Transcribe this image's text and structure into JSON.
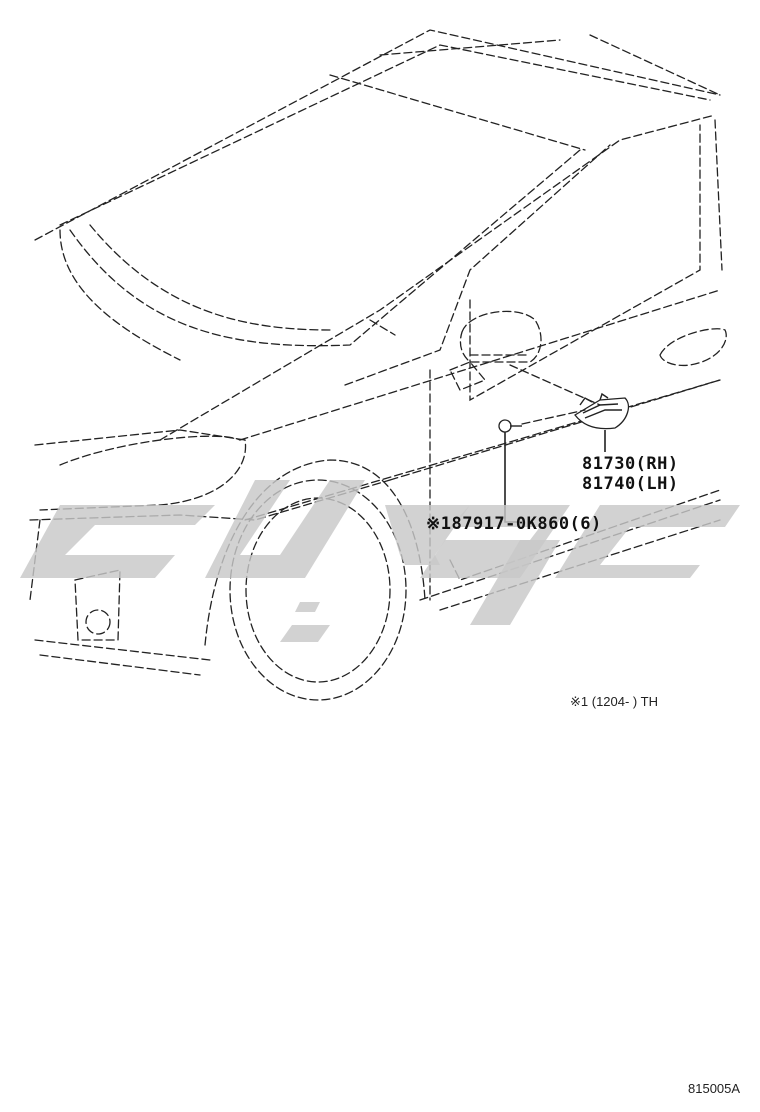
{
  "parts": {
    "mirror_cover_rh": "81730(RH)",
    "mirror_cover_lh": "81740(LH)",
    "screw": "※187917-0K860(6)"
  },
  "notes": {
    "applicability": "※1 (1204-        ) TH"
  },
  "footer": {
    "diagram_code": "815005A"
  }
}
